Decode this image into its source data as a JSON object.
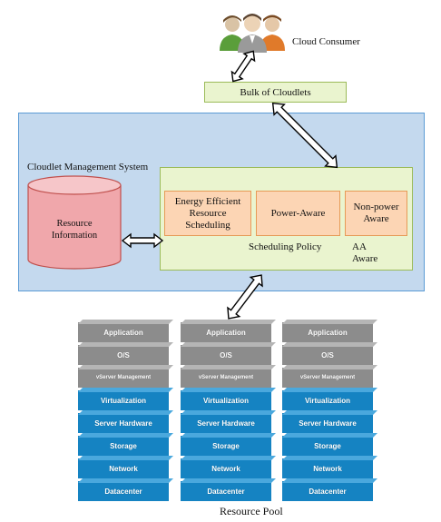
{
  "cloud_consumer": {
    "label": "Cloud Consumer"
  },
  "bulk": {
    "label": "Bulk of Cloudlets"
  },
  "cms": {
    "title": "Cloudlet Management System"
  },
  "resource_info": {
    "label": "Resource Information"
  },
  "policies": {
    "energy": "Energy Efficient Resource Scheduling",
    "power_aware": "Power-Aware",
    "non_power": "Non-power Aware",
    "scheduling_policy": "Scheduling Policy",
    "aa_aware": "AA\nAware"
  },
  "stack_layers": [
    {
      "label": "Application",
      "color": "gray"
    },
    {
      "label": "O/S",
      "color": "gray"
    },
    {
      "label": "vServer Management",
      "color": "gray"
    },
    {
      "label": "Virtualization",
      "color": "blue"
    },
    {
      "label": "Server Hardware",
      "color": "blue"
    },
    {
      "label": "Storage",
      "color": "blue"
    },
    {
      "label": "Network",
      "color": "blue"
    },
    {
      "label": "Datacenter",
      "color": "blue"
    }
  ],
  "resource_pool": {
    "label": "Resource Pool"
  },
  "colors": {
    "cms_fill": "#c4d9ee",
    "cms_border": "#5b9bd5",
    "green_fill": "#eaf4cf",
    "orange_fill": "#fcd5b4",
    "gray_layer": "#8c8c8c",
    "blue_layer": "#1583c2"
  }
}
